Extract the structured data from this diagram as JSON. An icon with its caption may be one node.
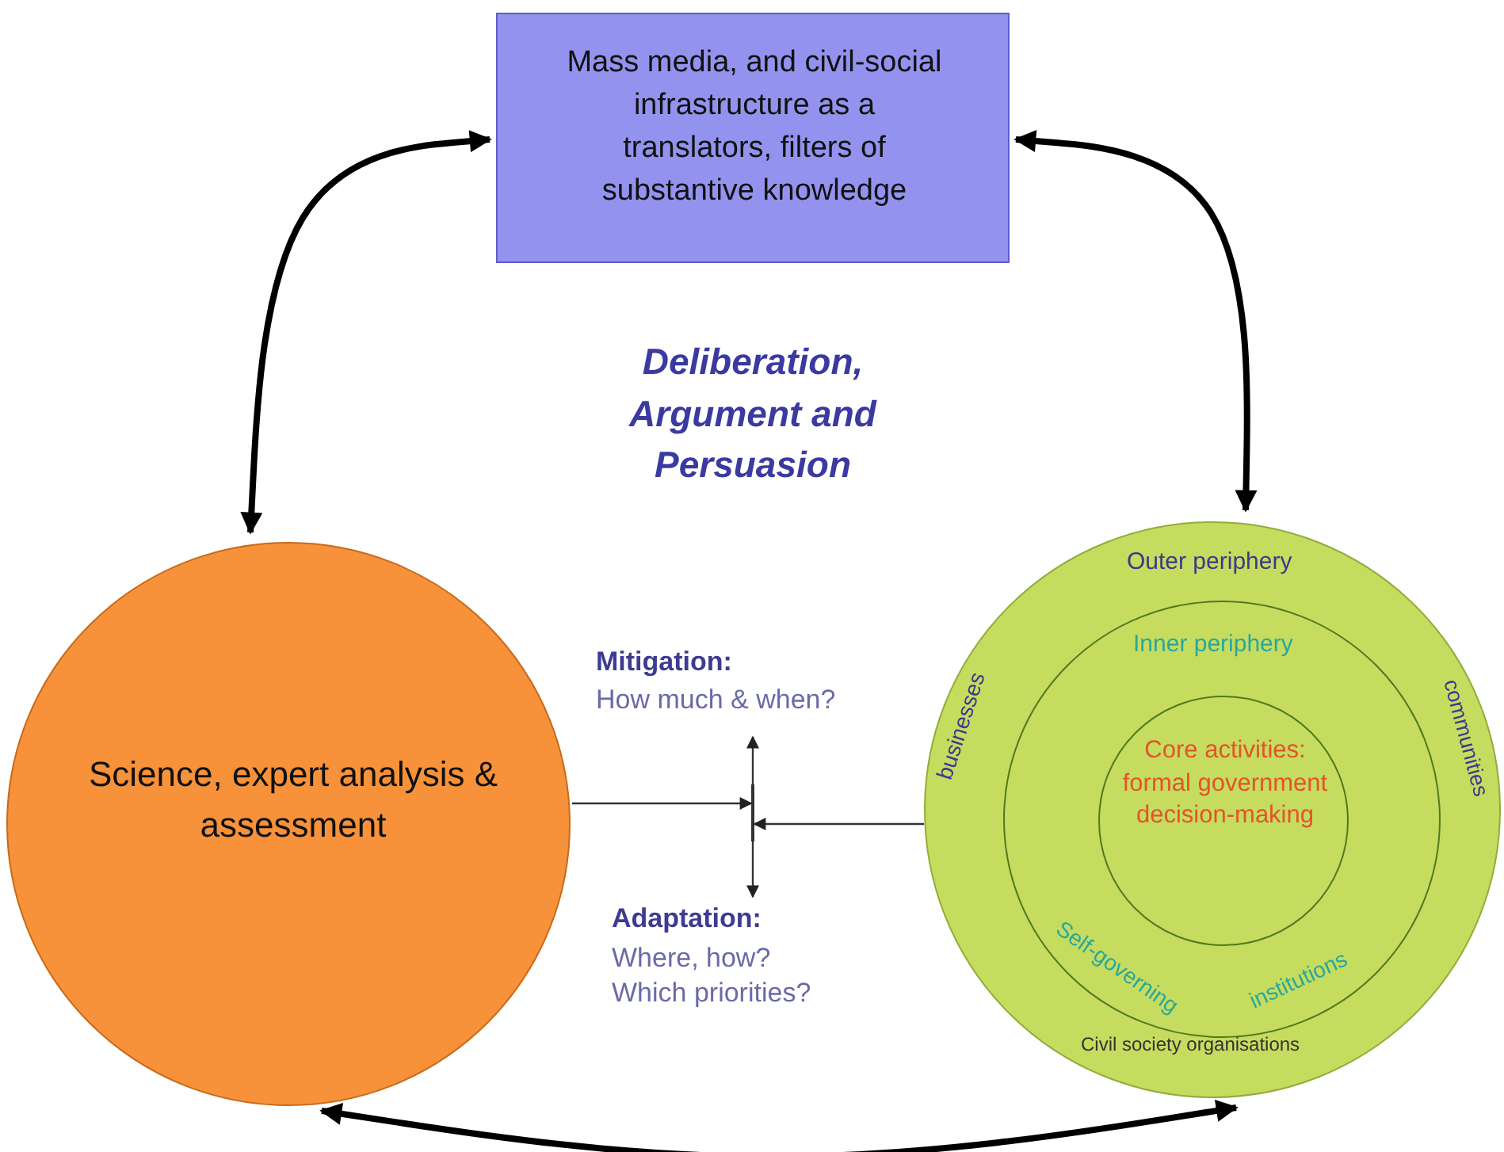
{
  "diagram": {
    "nodes": [
      {
        "text": [
          "Mass media, and civil-social infrastructure as a translators, filters of substantive knowledge"
        ]
      },
      {
        "text": [
          "Science, expert analysis & assessment"
        ]
      },
      {
        "text": [
          "Outer periphery",
          "businesses",
          "communities",
          "Civil society organisations"
        ]
      },
      {
        "text": [
          "Inner periphery",
          "Self-governing",
          "institutions"
        ],
        "in": 2
      },
      {
        "text": [
          "Core activities: formal government decision-making"
        ],
        "in": 3
      },
      {
        "text": [
          "Mitigation:",
          "How much & when?"
        ]
      },
      {
        "text": [
          "Adaptation:",
          "Where, how? Which priorities?"
        ]
      },
      {
        "text": [],
        "shape": "bar"
      }
    ],
    "edges": [
      {
        "from": 0,
        "to": 1,
        "arrow": "both",
        "style": "thick"
      },
      {
        "from": 0,
        "to": 2,
        "arrow": "both",
        "style": "thick"
      },
      {
        "from": 1,
        "to": 2,
        "arrow": "both",
        "style": "thick"
      },
      {
        "from": 1,
        "to": 7,
        "arrow": "to"
      },
      {
        "from": 2,
        "to": 7,
        "arrow": "to"
      },
      {
        "from": 7,
        "to": 5,
        "arrow": "to"
      },
      {
        "from": 7,
        "to": 6,
        "arrow": "to"
      }
    ],
    "labels": [
      "Deliberation, Argument and Persuasion"
    ]
  }
}
